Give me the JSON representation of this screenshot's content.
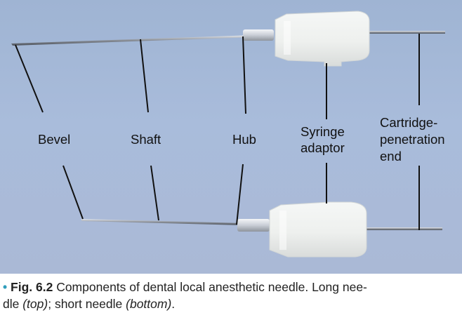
{
  "figure": {
    "labels": {
      "bevel": "Bevel",
      "shaft": "Shaft",
      "hub": "Hub",
      "syringe_line1": "Syringe",
      "syringe_line2": "adaptor",
      "cartridge_line1": "Cartridge-",
      "cartridge_line2": "penetration",
      "cartridge_line3": "end"
    }
  },
  "caption": {
    "bullet": "•",
    "fig_number": "Fig. 6.2",
    "title": "Components of dental local anesthetic needle.",
    "part1": "Long nee-",
    "part2": "dle",
    "top": "(top)",
    "part3": "; short needle",
    "bottom": "(bottom)",
    "end": "."
  }
}
